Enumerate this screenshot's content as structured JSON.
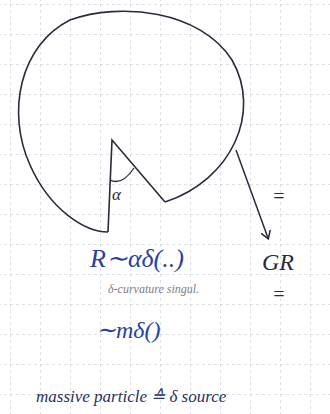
{
  "diagram": {
    "labels": [
      "α",
      "R∼αδ(..)",
      "δ-curvature singul.",
      "∼mδ()",
      "massive particle ≙ δ source",
      "=",
      "GR",
      "="
    ]
  }
}
